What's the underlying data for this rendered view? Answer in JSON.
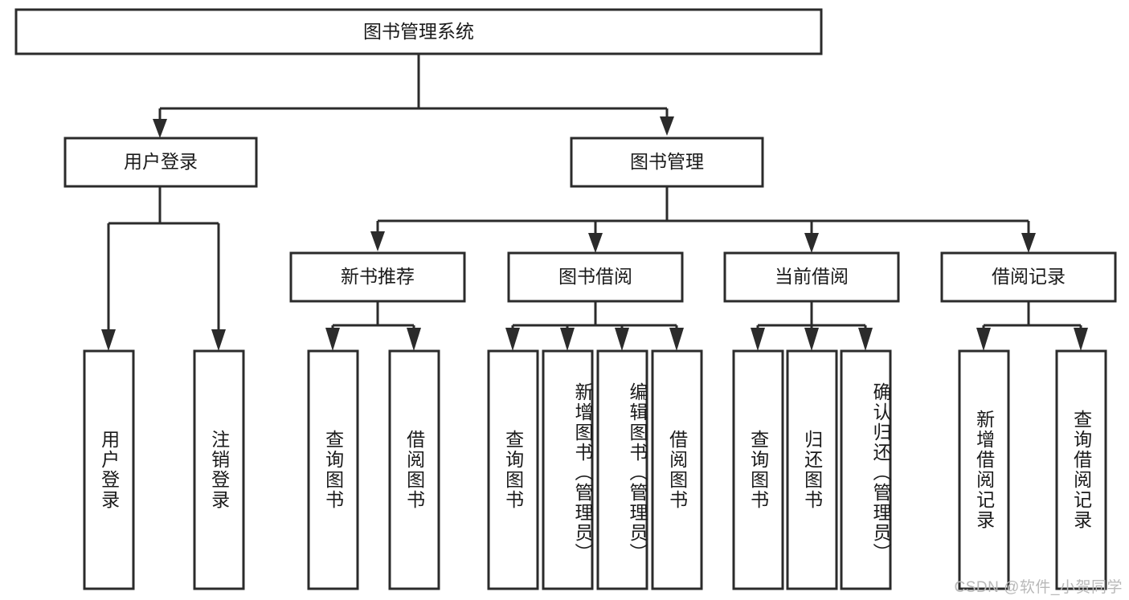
{
  "diagram": {
    "title": "图书管理系统",
    "type": "tree",
    "levels": 4,
    "root": {
      "label": "图书管理系统"
    },
    "level2": [
      {
        "label": "用户登录"
      },
      {
        "label": "图书管理"
      }
    ],
    "level3": [
      {
        "label": "新书推荐",
        "parent": "图书管理"
      },
      {
        "label": "图书借阅",
        "parent": "图书管理"
      },
      {
        "label": "当前借阅",
        "parent": "图书管理"
      },
      {
        "label": "借阅记录",
        "parent": "图书管理"
      }
    ],
    "leaves": {
      "user_login": [
        {
          "label": "用户登录"
        },
        {
          "label": "注销登录"
        }
      ],
      "new_book": [
        {
          "label": "查询图书"
        },
        {
          "label": "借阅图书"
        }
      ],
      "borrow_book": [
        {
          "label": "查询图书"
        },
        {
          "label": "新增图书（管理员）"
        },
        {
          "label": "编辑图书（管理员）"
        },
        {
          "label": "借阅图书"
        }
      ],
      "current_borrow": [
        {
          "label": "查询图书"
        },
        {
          "label": "归还图书"
        },
        {
          "label": "确认归还（管理员）"
        }
      ],
      "borrow_record": [
        {
          "label": "新增借阅记录"
        },
        {
          "label": "查询借阅记录"
        }
      ]
    }
  },
  "watermark": {
    "text": "CSDN @软件_小贺同学"
  },
  "colors": {
    "box_stroke": "#2b2b2b",
    "box_fill": "#ffffff",
    "text": "#1a1a1a",
    "watermark": "#b9b9b9",
    "background": "#ffffff"
  }
}
